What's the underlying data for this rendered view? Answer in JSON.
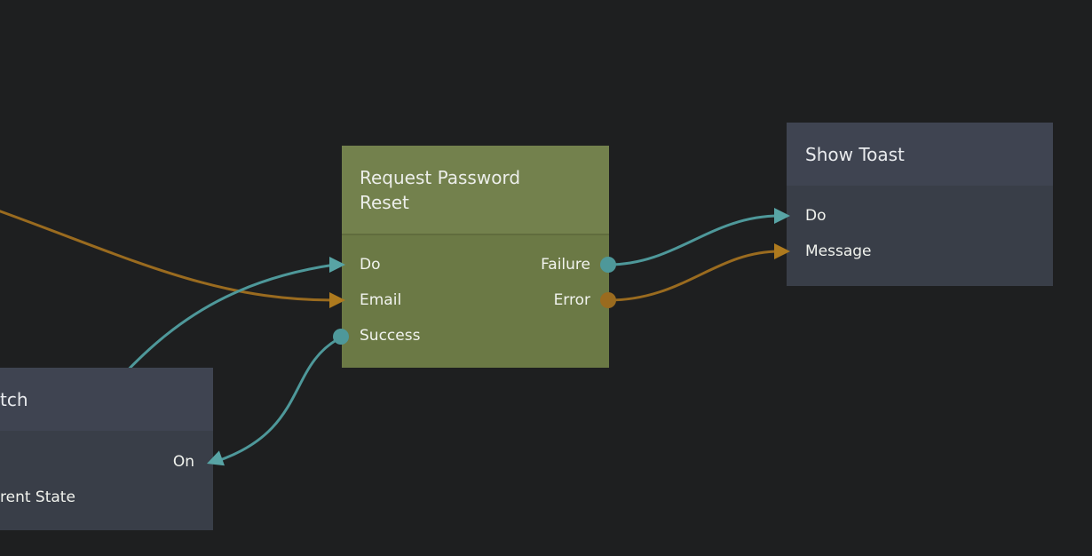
{
  "canvas": {
    "background": "#1e1f20"
  },
  "colors": {
    "teal": "#4e989a",
    "teal_bright": "#58a4a5",
    "orange": "#9a6b1f",
    "orange_bright": "#ae7a1e"
  },
  "nodes": {
    "request_password_reset": {
      "title": "Request Password Reset",
      "header_color": "#73814d",
      "body_color": "#6b7945",
      "left_ports": [
        "Do",
        "Email",
        "Success"
      ],
      "right_ports": [
        "Failure",
        "Error"
      ]
    },
    "show_toast": {
      "title": "Show Toast",
      "header_color": "#3f4451",
      "body_color": "#393e48",
      "left_ports": [
        "Do",
        "Message"
      ]
    },
    "switch_partial": {
      "title": "tch",
      "header_color": "#3f4451",
      "body_color": "#393e48",
      "right_ports": [
        "On"
      ],
      "left_ports": [
        "rent State"
      ]
    }
  },
  "connections": [
    {
      "from": "offscreen-left",
      "to": "Request Password Reset.Do",
      "color": "teal"
    },
    {
      "from": "offscreen-left",
      "to": "Request Password Reset.Email",
      "color": "orange"
    },
    {
      "from": "Request Password Reset.Success",
      "to": "Switch.On",
      "color": "teal"
    },
    {
      "from": "Request Password Reset.Failure",
      "to": "Show Toast.Do",
      "color": "teal"
    },
    {
      "from": "Request Password Reset.Error",
      "to": "Show Toast.Message",
      "color": "orange"
    }
  ]
}
